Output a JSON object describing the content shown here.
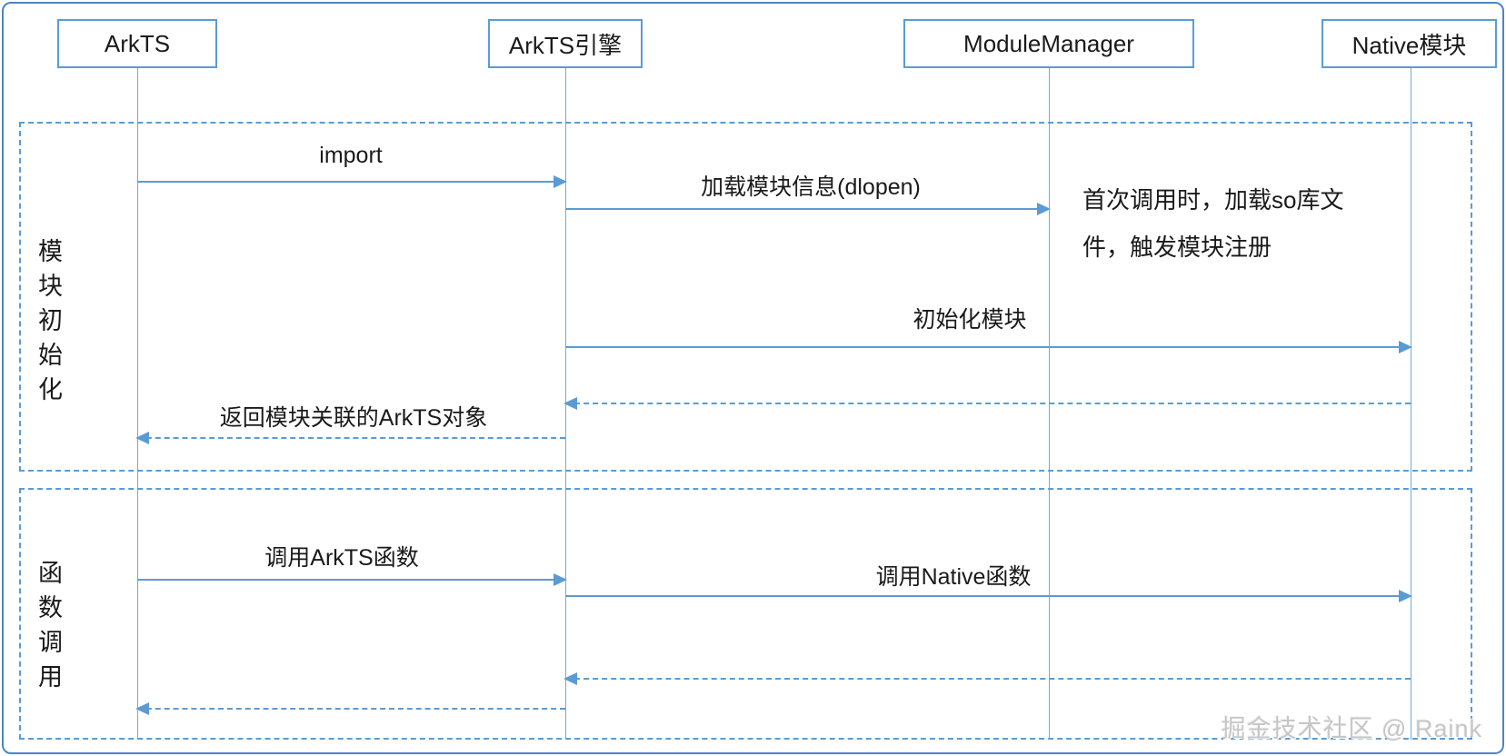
{
  "actors": [
    {
      "label": "ArkTS"
    },
    {
      "label": "ArkTS引擎"
    },
    {
      "label": "ModuleManager"
    },
    {
      "label": "Native模块"
    }
  ],
  "frames": [
    {
      "label": "模块初始化"
    },
    {
      "label": "函数调用"
    }
  ],
  "messages": {
    "import": {
      "label": "import",
      "type": "solid",
      "from": "ArkTS",
      "to": "ArkTS引擎"
    },
    "load_module": {
      "label": "加载模块信息(dlopen)",
      "type": "solid",
      "from": "ArkTS引擎",
      "to": "ModuleManager"
    },
    "init_module": {
      "label": "初始化模块",
      "type": "solid",
      "from": "ArkTS引擎",
      "to": "Native模块"
    },
    "return_init": {
      "label": "",
      "type": "dashed",
      "from": "Native模块",
      "to": "ArkTS引擎"
    },
    "return_object": {
      "label": "返回模块关联的ArkTS对象",
      "type": "dashed",
      "from": "ArkTS引擎",
      "to": "ArkTS"
    },
    "call_arkts": {
      "label": "调用ArkTS函数",
      "type": "solid",
      "from": "ArkTS",
      "to": "ArkTS引擎"
    },
    "call_native": {
      "label": "调用Native函数",
      "type": "solid",
      "from": "ArkTS引擎",
      "to": "Native模块"
    },
    "return_native": {
      "label": "",
      "type": "dashed",
      "from": "Native模块",
      "to": "ArkTS引擎"
    },
    "return_arkts": {
      "label": "",
      "type": "dashed",
      "from": "ArkTS引擎",
      "to": "ArkTS"
    }
  },
  "note": {
    "lines": [
      "首次调用时，加载so库文",
      "件，触发模块注册"
    ]
  },
  "watermark": {
    "text": "掘金技术社区 @ Raink"
  },
  "colors": {
    "line": "#5b9bd5",
    "frame": "#5b9bd5",
    "border": "#4a86c8",
    "text": "#1a1a1a",
    "watermark": "#c6c6c6"
  }
}
